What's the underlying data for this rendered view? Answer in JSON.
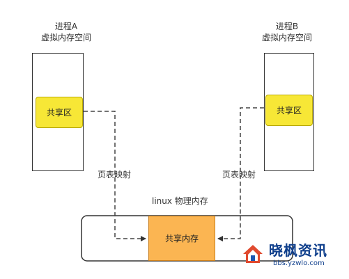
{
  "process_a": {
    "title_line1": "进程A",
    "title_line2": "虚拟内存空间",
    "shared_label": "共享区"
  },
  "process_b": {
    "title_line1": "进程B",
    "title_line2": "虚拟内存空间",
    "shared_label": "共享区"
  },
  "mapping_left": "页表映射",
  "mapping_right": "页表映射",
  "physical_memory": {
    "title": "linux 物理内存",
    "shared_label": "共享内存"
  },
  "watermark": {
    "brand": "晓枫资讯",
    "url": "bbs.yzwlo.com"
  },
  "colors": {
    "shared_region": "#f7e736",
    "physical_shared": "#fbb552",
    "stroke": "#333333",
    "brand": "#0f3f8c"
  }
}
